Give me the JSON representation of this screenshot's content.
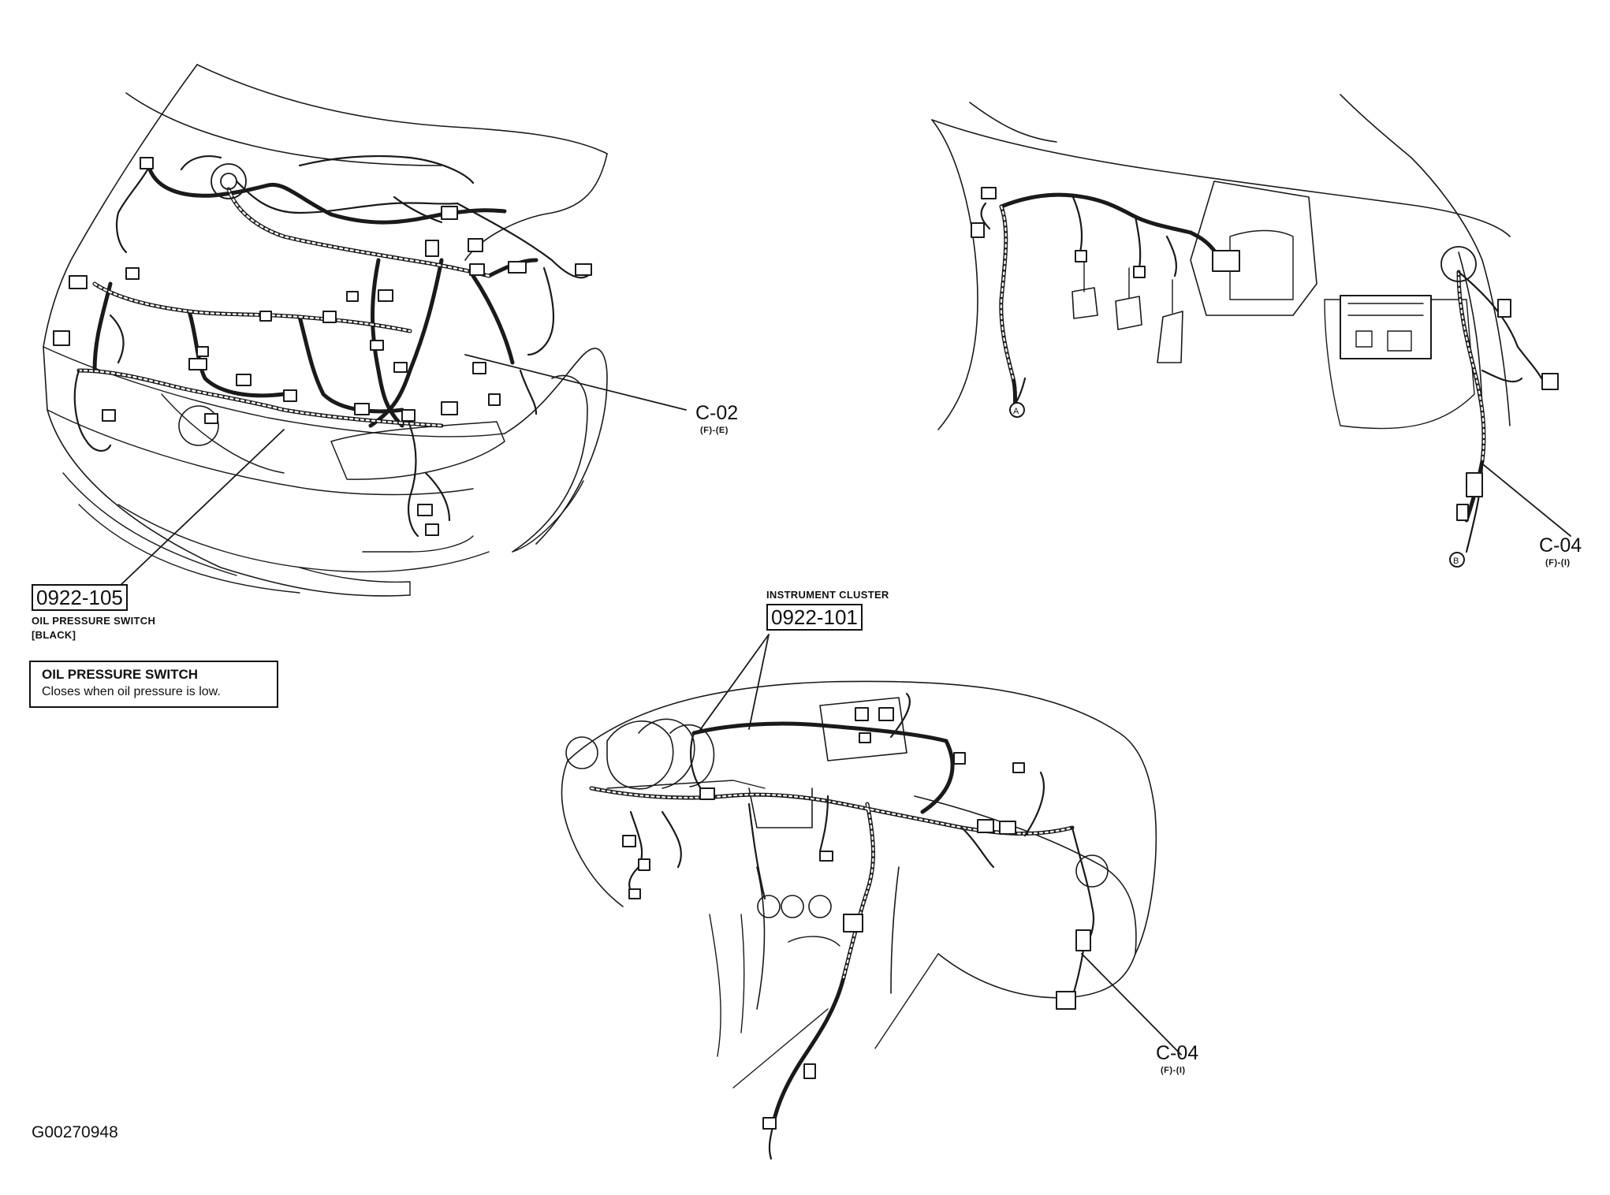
{
  "engine_view": {
    "connector_c02": {
      "label": "C-02",
      "grid": "(F)-(E)"
    },
    "oil_pressure_switch": {
      "code": "0922-105",
      "name": "OIL PRESSURE SWITCH",
      "color_note": "[BLACK]"
    },
    "note_box": {
      "title": "OIL PRESSURE SWITCH",
      "text": "Closes when oil pressure is low."
    }
  },
  "interior_view": {
    "connector_c04": {
      "label": "C-04",
      "grid": "(F)-(I)"
    },
    "markers": [
      "A",
      "B"
    ]
  },
  "dash_view": {
    "instrument_cluster": {
      "name": "INSTRUMENT CLUSTER",
      "code": "0922-101"
    },
    "connector_c04": {
      "label": "C-04",
      "grid": "(F)-(I)"
    }
  },
  "figure_code": "G00270948"
}
